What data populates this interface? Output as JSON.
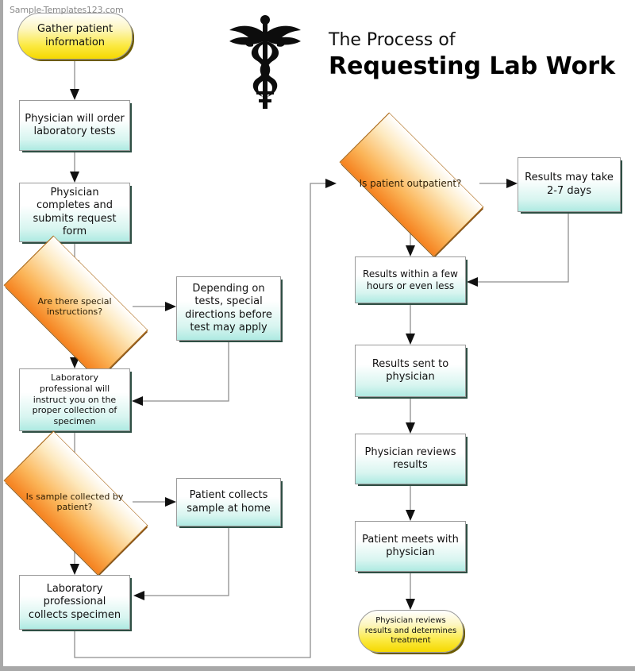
{
  "watermark": "Sample-Templates123.com",
  "header": {
    "title_line1": "The Process of",
    "title_line2": "Requesting Lab Work",
    "logo": "caduceus-medical-symbol"
  },
  "colors": {
    "process_fill_top": "#ffffff",
    "process_fill_bottom": "#aeeae2",
    "decision_fill_top": "#fde9bf",
    "decision_fill_bottom": "#f5811f",
    "terminator_fill": "#fbe93f",
    "connector": "#8e8e8e",
    "border": "#9a9a9a"
  },
  "chart_data": {
    "type": "flowchart",
    "title": "The Process of Requesting Lab Work",
    "nodes": [
      {
        "id": "n1",
        "shape": "terminator",
        "label": "Gather patient information"
      },
      {
        "id": "n2",
        "shape": "process",
        "label": "Physician will order laboratory tests"
      },
      {
        "id": "n3",
        "shape": "process",
        "label": "Physician completes and submits request form"
      },
      {
        "id": "n4",
        "shape": "decision",
        "label": "Are there special instructions?"
      },
      {
        "id": "n5",
        "shape": "process",
        "label": "Depending on tests, special directions before test may apply"
      },
      {
        "id": "n6",
        "shape": "process",
        "label": "Laboratory professional will instruct you on the proper collection of specimen"
      },
      {
        "id": "n7",
        "shape": "decision",
        "label": "Is sample collected by patient?"
      },
      {
        "id": "n8",
        "shape": "process",
        "label": "Patient collects sample at home"
      },
      {
        "id": "n9",
        "shape": "process",
        "label": "Laboratory professional collects specimen"
      },
      {
        "id": "n10",
        "shape": "decision",
        "label": "Is patient outpatient?"
      },
      {
        "id": "n11",
        "shape": "process",
        "label": "Results may take 2-7 days"
      },
      {
        "id": "n12",
        "shape": "process",
        "label": "Results within a few hours or even less"
      },
      {
        "id": "n13",
        "shape": "process",
        "label": "Results sent to physician"
      },
      {
        "id": "n14",
        "shape": "process",
        "label": "Physician reviews results"
      },
      {
        "id": "n15",
        "shape": "process",
        "label": "Patient meets with physician"
      },
      {
        "id": "n16",
        "shape": "terminator",
        "label": "Physician reviews results and determines treatment"
      }
    ],
    "edges": [
      {
        "from": "n1",
        "to": "n2"
      },
      {
        "from": "n2",
        "to": "n3"
      },
      {
        "from": "n3",
        "to": "n4"
      },
      {
        "from": "n4",
        "to": "n5"
      },
      {
        "from": "n4",
        "to": "n6"
      },
      {
        "from": "n5",
        "to": "n6"
      },
      {
        "from": "n6",
        "to": "n7"
      },
      {
        "from": "n7",
        "to": "n8"
      },
      {
        "from": "n7",
        "to": "n9"
      },
      {
        "from": "n8",
        "to": "n9"
      },
      {
        "from": "n9",
        "to": "n10"
      },
      {
        "from": "n10",
        "to": "n11"
      },
      {
        "from": "n10",
        "to": "n12"
      },
      {
        "from": "n11",
        "to": "n12"
      },
      {
        "from": "n12",
        "to": "n13"
      },
      {
        "from": "n13",
        "to": "n14"
      },
      {
        "from": "n14",
        "to": "n15"
      },
      {
        "from": "n15",
        "to": "n16"
      }
    ]
  }
}
